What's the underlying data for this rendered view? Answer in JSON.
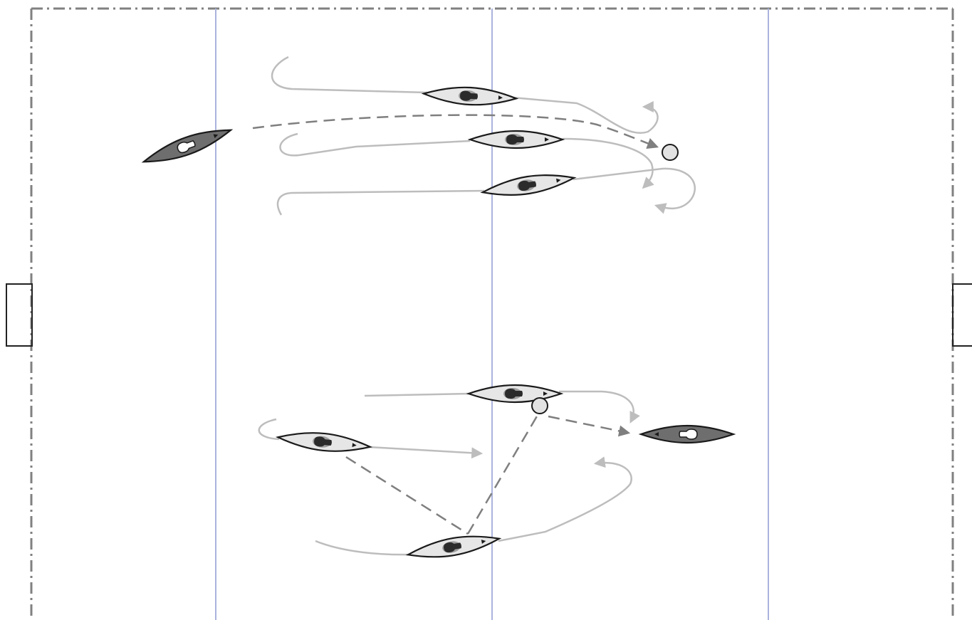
{
  "diagram": {
    "type": "canoe-polo drill diagram",
    "colors": {
      "background": "#ffffff",
      "boundary": "#808080",
      "zone_lines": "#aab3dd",
      "goal": "#222222",
      "path": "#bdbdbd",
      "pass": "#7f7f7f",
      "kayak_light": "#e6e6e6",
      "kayak_dark": "#6e6e6e",
      "paddler_dark": "#2b2b2b",
      "paddler_light": "#ffffff",
      "ball": "#e2e2e2"
    },
    "icons": {
      "kayak_light": "kayak-light-icon",
      "kayak_dark": "kayak-dark-icon",
      "ball": "ball-icon"
    },
    "groups": [
      {
        "name": "upper-drill",
        "light_kayaks": 3,
        "dark_kayaks": 1,
        "balls": 1
      },
      {
        "name": "lower-drill",
        "light_kayaks": 3,
        "dark_kayaks": 1,
        "balls": 1
      }
    ]
  }
}
